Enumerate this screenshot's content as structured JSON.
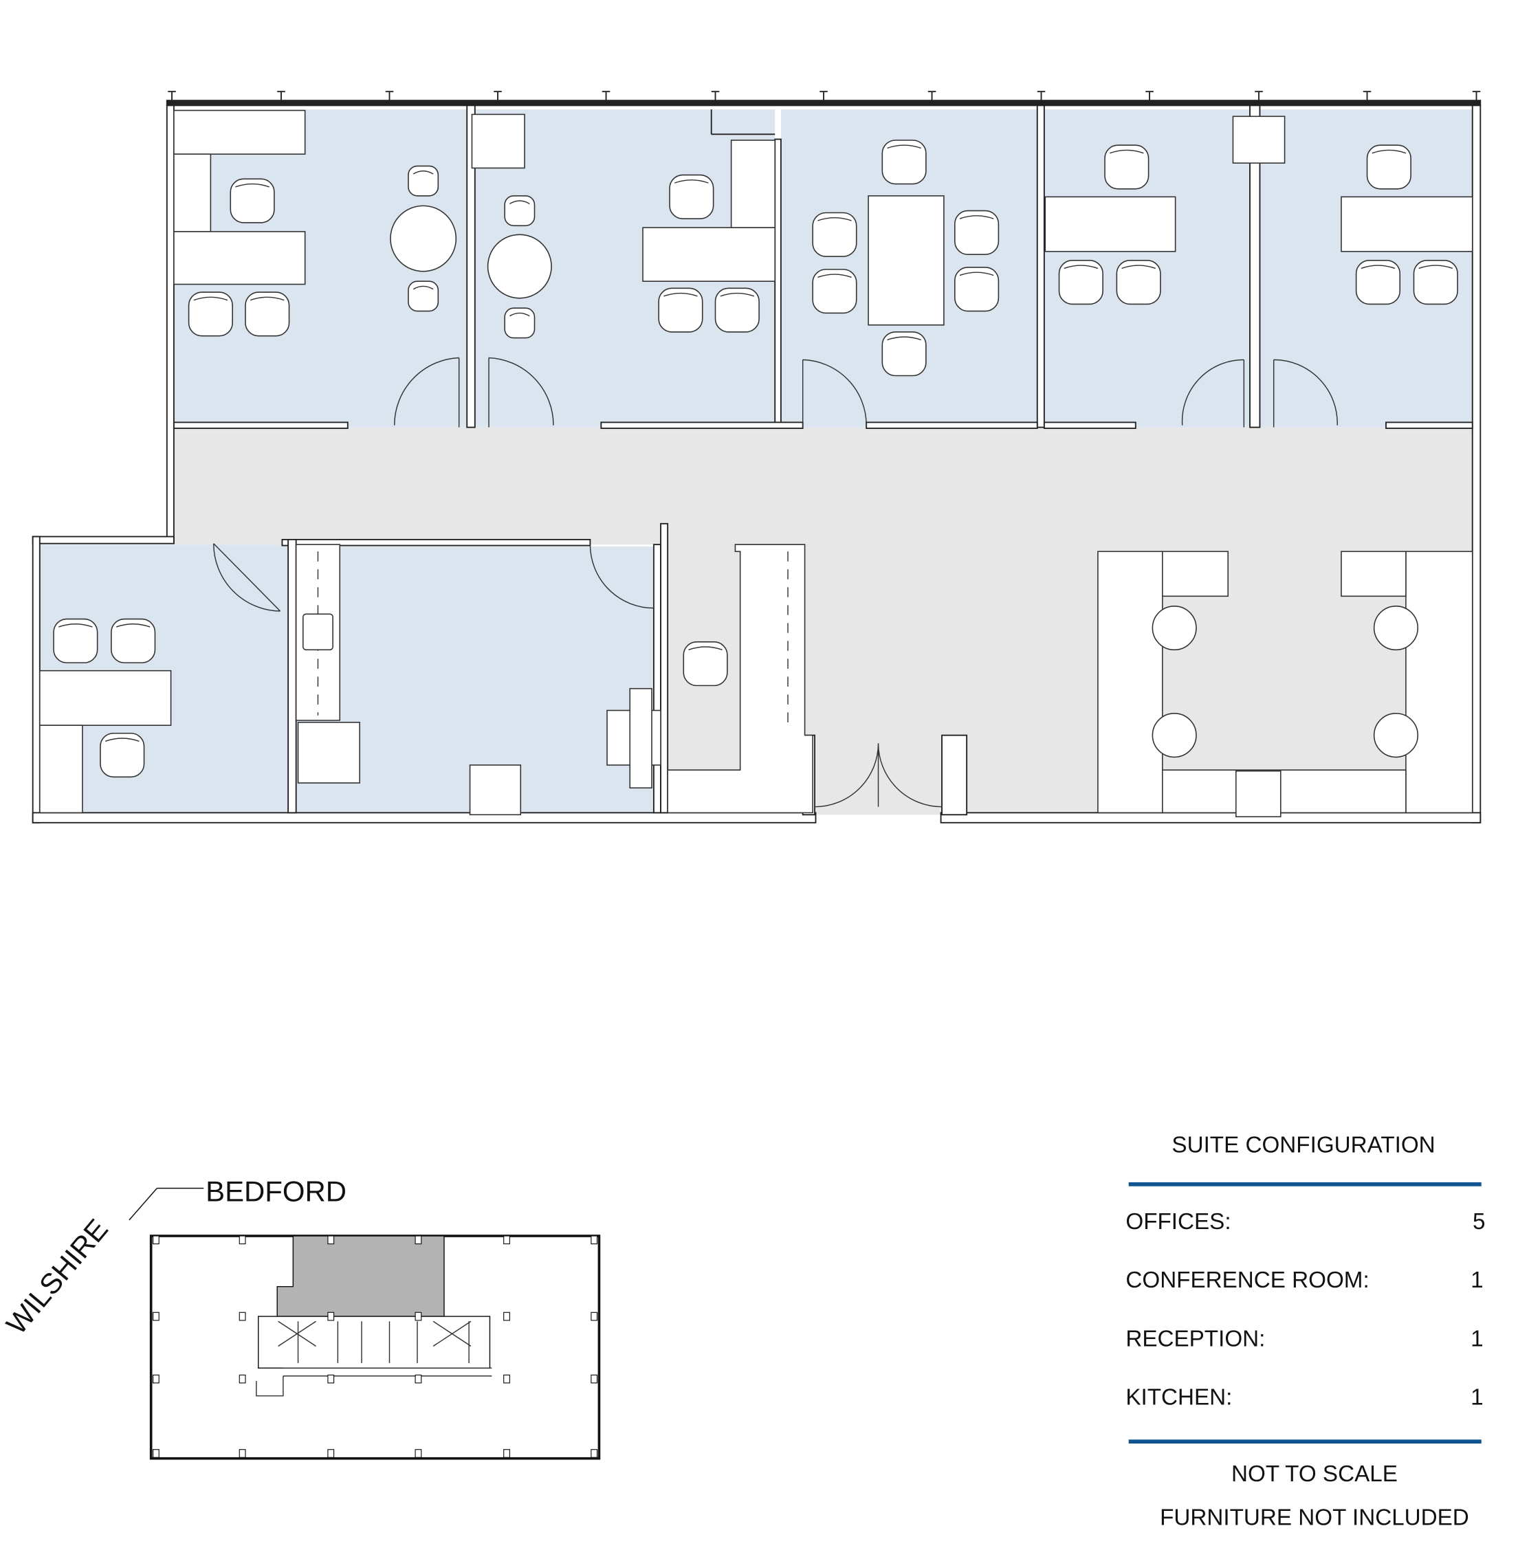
{
  "key_plan": {
    "street_north": "BEDFORD",
    "street_west": "WILSHIRE"
  },
  "suite_configuration": {
    "title": "SUITE CONFIGURATION",
    "rows": [
      {
        "label": "OFFICES:",
        "value": "5"
      },
      {
        "label": "CONFERENCE ROOM:",
        "value": "1"
      },
      {
        "label": "RECEPTION:",
        "value": "1"
      },
      {
        "label": "KITCHEN:",
        "value": "1"
      }
    ],
    "notes": [
      "NOT TO SCALE",
      "FURNITURE NOT INCLUDED"
    ]
  },
  "colors": {
    "office_fill": "#dbe5f0",
    "corridor_fill": "#e7e7e7",
    "accent_rule": "#0f5491",
    "keyplan_suite": "#b3b3b3"
  }
}
